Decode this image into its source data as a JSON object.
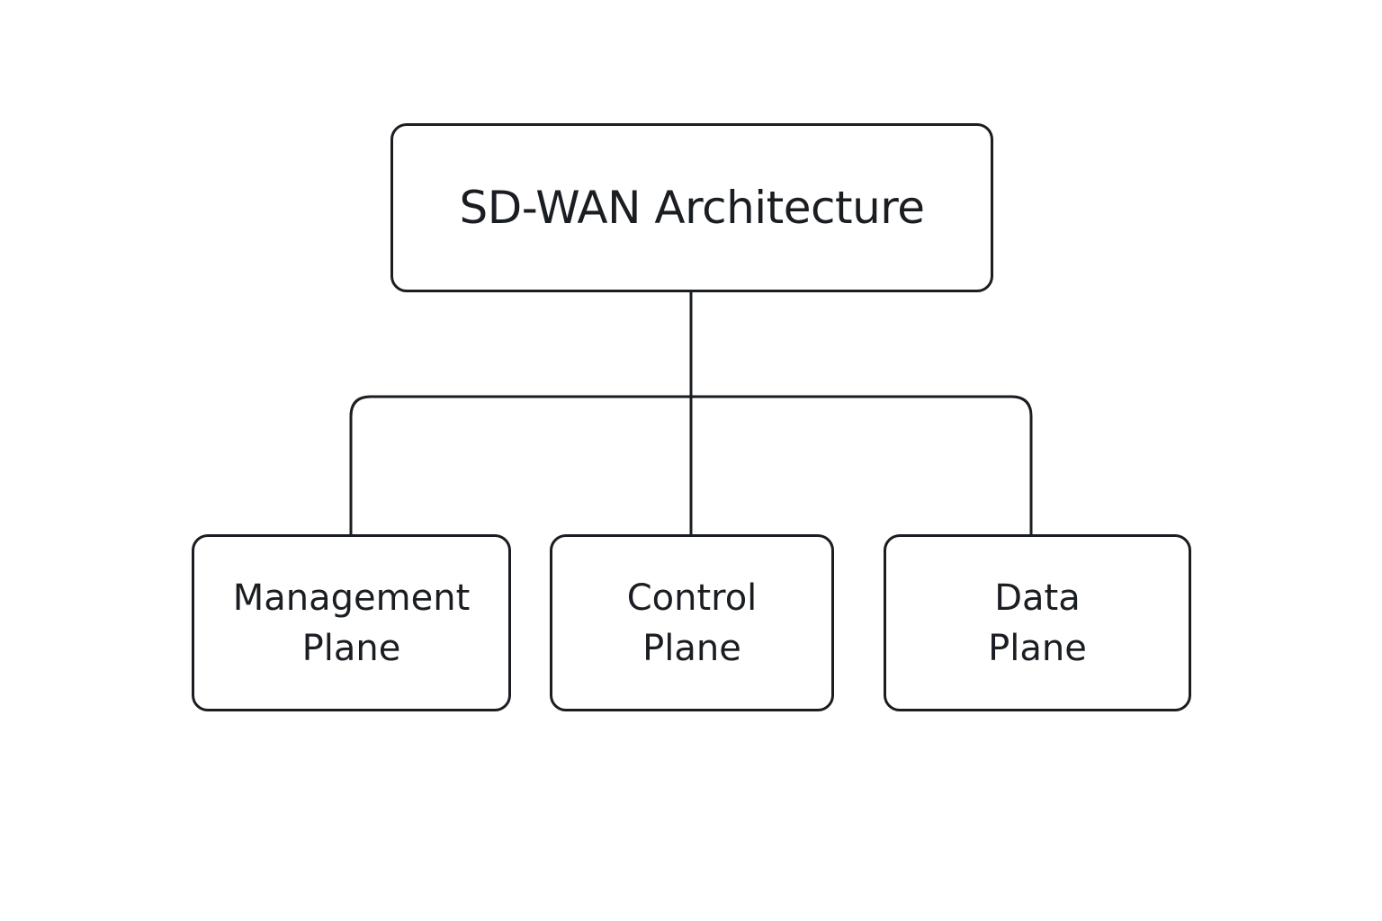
{
  "diagram": {
    "root": {
      "label": "SD-WAN Architecture"
    },
    "children": [
      {
        "line1": "Management",
        "line2": "Plane"
      },
      {
        "line1": "Control",
        "line2": "Plane"
      },
      {
        "line1": "Data",
        "line2": "Plane"
      }
    ],
    "colors": {
      "stroke": "#1a1d21",
      "text": "#1a1d21",
      "background": "#ffffff"
    }
  }
}
